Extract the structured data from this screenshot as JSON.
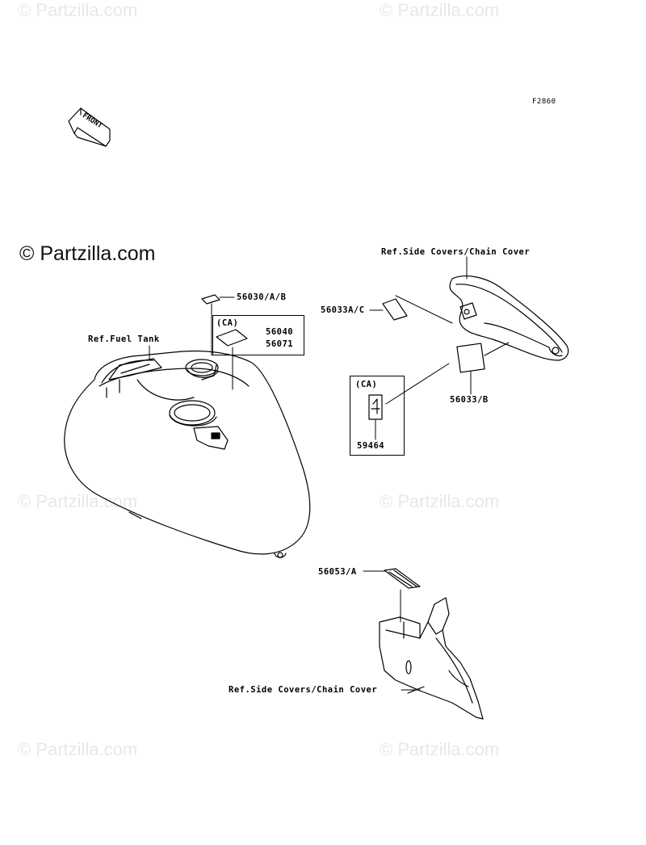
{
  "watermarks": {
    "top_left": "© Partzilla.com",
    "top_right": "© Partzilla.com",
    "mid_left": "© Partzilla.com",
    "mid_right": "© Partzilla.com",
    "bottom_left": "© Partzilla.com",
    "bottom_right": "© Partzilla.com"
  },
  "copyright": "© Partzilla.com",
  "figure_code": "F2860",
  "front_label": "FRONT",
  "references": {
    "fuel_tank": "Ref.Fuel Tank",
    "side_covers_top": "Ref.Side Covers/Chain Cover",
    "side_covers_bottom": "Ref.Side Covers/Chain Cover"
  },
  "parts": {
    "p56030": "56030/A/B",
    "ca_label_1": "(CA)",
    "p56040": "56040",
    "p56071": "56071",
    "p56033a": "56033A/C",
    "p56033b": "56033/B",
    "ca_label_2": "(CA)",
    "p59464": "59464",
    "p56053": "56053/A"
  },
  "colors": {
    "line": "#000000",
    "watermark": "#e8e8e8",
    "background": "#ffffff"
  }
}
